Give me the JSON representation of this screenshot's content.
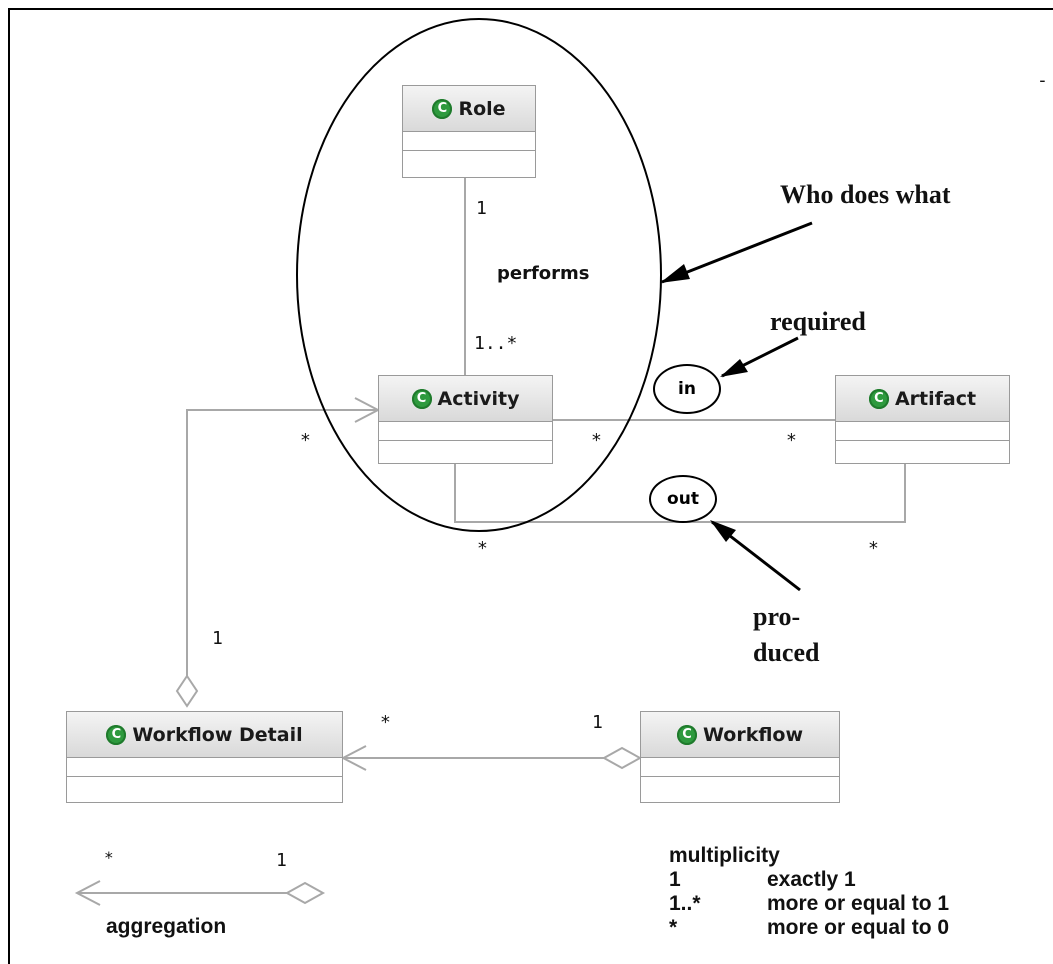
{
  "classes": {
    "role": "Role",
    "activity": "Activity",
    "artifact": "Artifact",
    "workflow_detail": "Workflow Detail",
    "workflow": "Workflow"
  },
  "class_icon": {
    "glyph": "C",
    "name": "class-icon",
    "color": "#2e9a3e"
  },
  "associations": {
    "performs": {
      "label": "performs",
      "role_end": "1",
      "activity_end": "1..*"
    },
    "in": {
      "label": "in",
      "activity_end": "*",
      "artifact_end": "*"
    },
    "out": {
      "label": "out",
      "activity_end": "*",
      "artifact_end": "*"
    },
    "activity_aggregation": {
      "activity_end": "*",
      "detail_end": "1"
    },
    "workflow_aggregation": {
      "detail_end": "*",
      "workflow_end": "1"
    }
  },
  "annotations": {
    "who_does_what": "Who does what",
    "required": "required",
    "produced_line1": "pro-",
    "produced_line2": "duced"
  },
  "legend": {
    "aggregation": {
      "left_mult": "*",
      "right_mult": "1",
      "label": "aggregation"
    },
    "multiplicity": {
      "title": "multiplicity",
      "rows": [
        {
          "symbol": "1",
          "meaning": "exactly 1"
        },
        {
          "symbol": "1..*",
          "meaning": "more or equal to 1"
        },
        {
          "symbol": "*",
          "meaning": "more or equal to 0"
        }
      ]
    }
  },
  "corner_mark": "-",
  "colors": {
    "connector": "#a8a8a8",
    "annotation": "#000000",
    "class_border": "#9a9a9a"
  }
}
